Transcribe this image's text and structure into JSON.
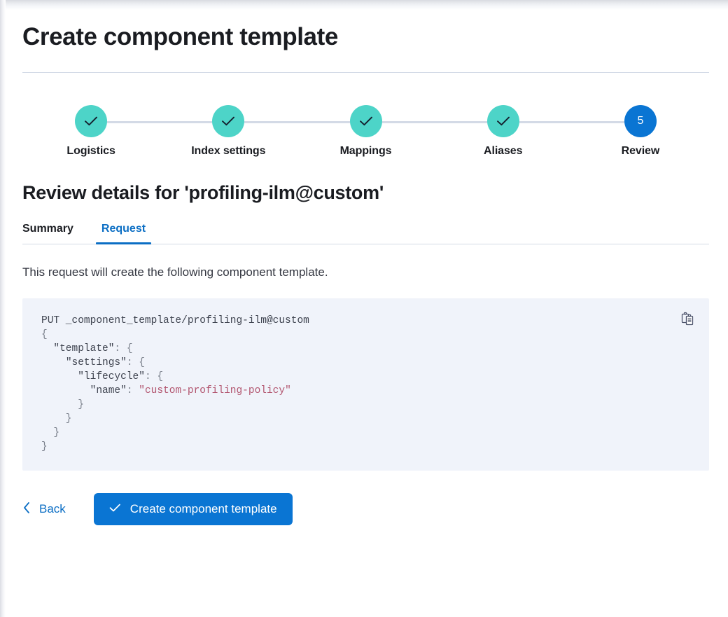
{
  "page": {
    "title": "Create component template"
  },
  "stepper": {
    "steps": [
      {
        "label": "Logistics",
        "state": "complete",
        "number": "1",
        "icon": "check-icon"
      },
      {
        "label": "Index settings",
        "state": "complete",
        "number": "2",
        "icon": "check-icon"
      },
      {
        "label": "Mappings",
        "state": "complete",
        "number": "3",
        "icon": "check-icon"
      },
      {
        "label": "Aliases",
        "state": "complete",
        "number": "4",
        "icon": "check-icon"
      },
      {
        "label": "Review",
        "state": "current",
        "number": "5",
        "icon": ""
      }
    ]
  },
  "review": {
    "heading": "Review details for 'profiling-ilm@custom'",
    "tabs": [
      {
        "label": "Summary",
        "active": false
      },
      {
        "label": "Request",
        "active": true
      }
    ],
    "description": "This request will create the following component template.",
    "copy_icon": "copy-clipboard-icon",
    "request": {
      "method": "PUT",
      "path": "_component_template/profiling-ilm@custom",
      "lines": [
        "PUT _component_template/profiling-ilm@custom",
        "{",
        "  \"template\": {",
        "    \"settings\": {",
        "      \"lifecycle\": {",
        "        \"name\": \"custom-profiling-policy\"",
        "      }",
        "    }",
        "  }",
        "}"
      ],
      "body": {
        "template": {
          "settings": {
            "lifecycle": {
              "name": "custom-profiling-policy"
            }
          }
        }
      }
    }
  },
  "footer": {
    "back_label": "Back",
    "back_icon": "chevron-left-icon",
    "submit_label": "Create component template",
    "submit_icon": "check-icon"
  },
  "colors": {
    "accent_blue": "#0a75d3",
    "link_blue": "#0b6ec4",
    "complete_teal": "#4dd4c8",
    "divider": "#d3dae6",
    "code_bg": "#f0f3fa",
    "code_string": "#b2556f",
    "text_dark": "#1a1c21"
  }
}
